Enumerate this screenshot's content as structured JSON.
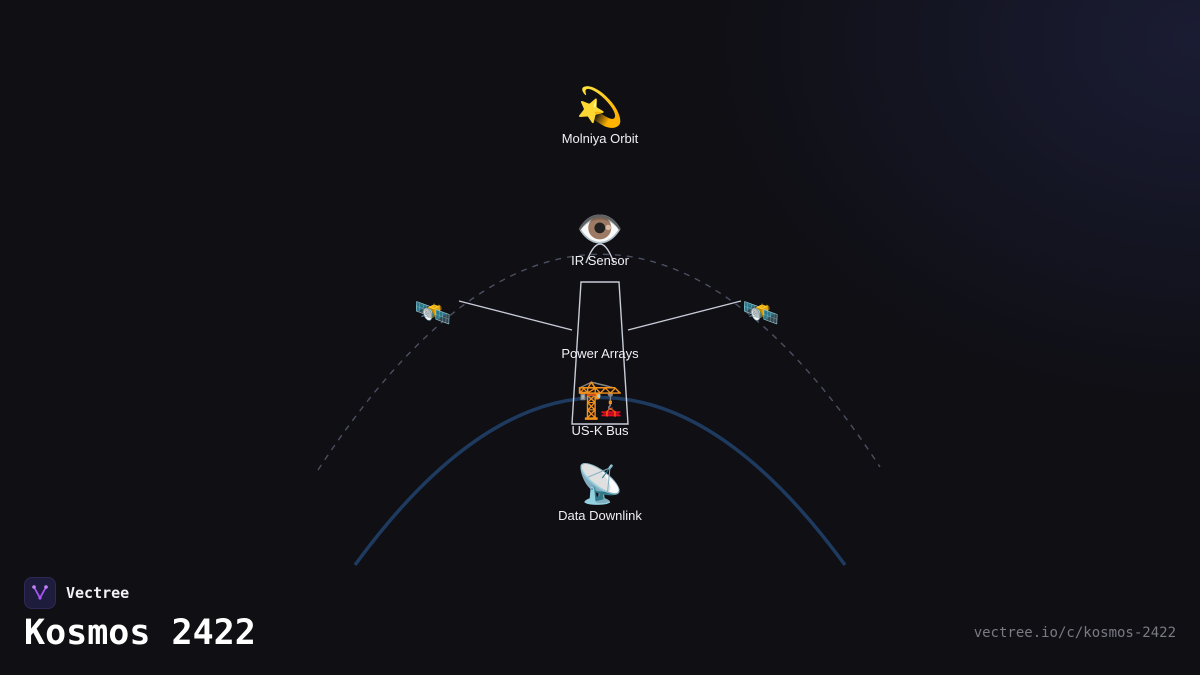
{
  "brand": {
    "name": "Vectree",
    "logo_icon": "vectree-fork-logo-icon",
    "logo_color": "#a855f7"
  },
  "title": "Kosmos 2422",
  "url": "vectree.io/c/kosmos-2422",
  "colors": {
    "background": "#0f0f14",
    "earth_arc": "#1e3a5f",
    "orbit_dashed": "#4a5060",
    "structure_line": "#c8ccd8"
  },
  "nodes": [
    {
      "id": "molniya-orbit",
      "emoji": "💫",
      "icon": "dizzy-star-icon",
      "label": "Molniya Orbit"
    },
    {
      "id": "ir-sensor",
      "emoji": "👁️",
      "icon": "eye-icon",
      "label": "IR Sensor"
    },
    {
      "id": "power-arrays",
      "label": "Power Arrays",
      "icons": [
        "satellite-icon",
        "satellite-icon"
      ]
    },
    {
      "id": "us-k-bus",
      "emoji": "🏗️",
      "icon": "construction-crane-icon",
      "label": "US-K Bus"
    },
    {
      "id": "data-downlink",
      "emoji": "📡",
      "icon": "satellite-dish-icon",
      "label": "Data Downlink"
    }
  ],
  "satellites": {
    "left": "🛰️",
    "right": "🛰️"
  }
}
